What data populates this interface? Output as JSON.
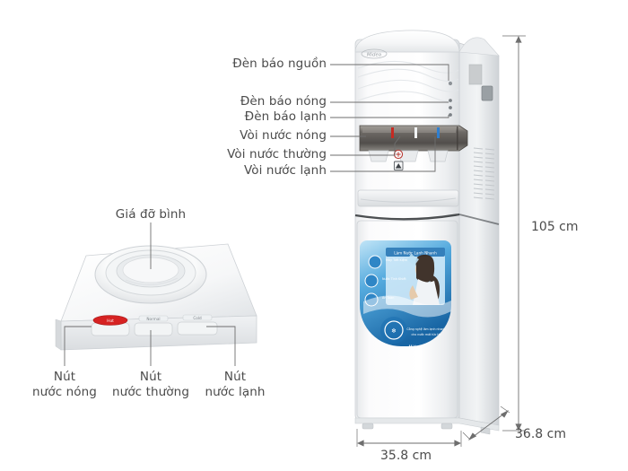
{
  "document": {
    "type": "product-dimension-diagram",
    "product_brand": "Midea",
    "background_color": "#ffffff",
    "text_color": "#4b4b4b"
  },
  "callouts_dispenser": [
    {
      "id": "power-indicator",
      "label": "Đèn báo nguồn"
    },
    {
      "id": "hot-indicator",
      "label": "Đèn báo nóng"
    },
    {
      "id": "cold-indicator",
      "label": "Đèn báo lạnh"
    },
    {
      "id": "hot-tap",
      "label": "Vòi nước nóng"
    },
    {
      "id": "normal-tap",
      "label": "Vòi nước thường"
    },
    {
      "id": "cold-tap",
      "label": "Vòi nước lạnh"
    }
  ],
  "callouts_base": {
    "bottle_holder": "Giá đỡ bình",
    "buttons": [
      {
        "id": "hot-button",
        "line1": "Nút",
        "line2": "nước nóng"
      },
      {
        "id": "normal-button",
        "line1": "Nút",
        "line2": "nước thường"
      },
      {
        "id": "cold-button",
        "line1": "Nút",
        "line2": "nước lạnh"
      }
    ]
  },
  "dimensions": {
    "height": "105 cm",
    "width": "35.8 cm",
    "depth": "36.8 cm"
  },
  "button_caps": {
    "hot": "Hot",
    "normal": "Normal",
    "cold": "Cold"
  },
  "decal": {
    "headline": "Làm Nước Lạnh Nhanh",
    "footer": "Công nghệ làm lạnh nhanh cho nước mát tức thì",
    "bullets": [
      "Máy Tiết Kiệm",
      "Nước Tinh Khiết",
      "An Toàn"
    ]
  },
  "colors": {
    "body_white": "#f4f5f6",
    "body_shadow": "#d8dbde",
    "decal_blue": "#2b8fd4",
    "decal_blue_dark": "#1565a8",
    "hot_red": "#d62222",
    "cold_blue": "#2f7fd0",
    "leader_line": "#6e6e6e",
    "panel_gray": "#b9bcbf"
  }
}
